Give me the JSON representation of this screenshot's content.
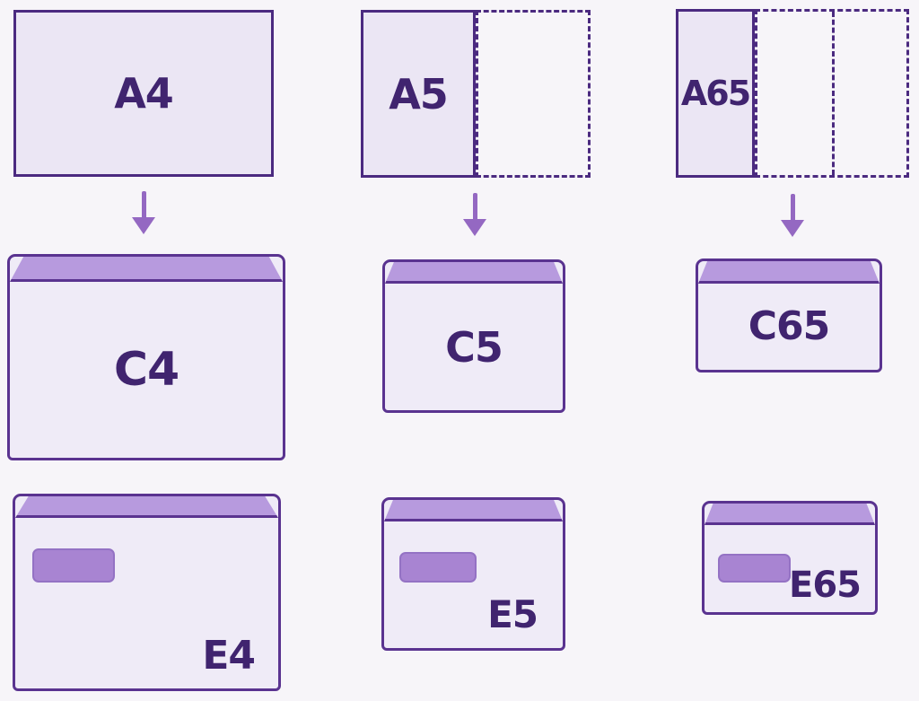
{
  "diagram": {
    "description": "Paper sizes folded into matching envelope formats",
    "groups": [
      {
        "paper_label": "A4",
        "fold": "unfolded",
        "folded_dashed_panels": 0,
        "envelope_label": "C4",
        "window_envelope_label": "E4"
      },
      {
        "paper_label": "A5",
        "fold": "folded in half",
        "folded_dashed_panels": 1,
        "envelope_label": "C5",
        "window_envelope_label": "E5"
      },
      {
        "paper_label": "A65",
        "fold": "folded in thirds",
        "folded_dashed_panels": 2,
        "envelope_label": "C65",
        "window_envelope_label": "E65"
      }
    ],
    "colors": {
      "background": "#f7f5f9",
      "paper_fill": "#ebe6f4",
      "paper_border": "#4b2a80",
      "envelope_fill": "#efebf7",
      "envelope_border": "#5a3390",
      "flap_fill": "#b79ade",
      "window_fill": "#a884d2",
      "window_border": "#9472c4",
      "arrow": "#9468c2",
      "label_text": "#40246f"
    }
  }
}
